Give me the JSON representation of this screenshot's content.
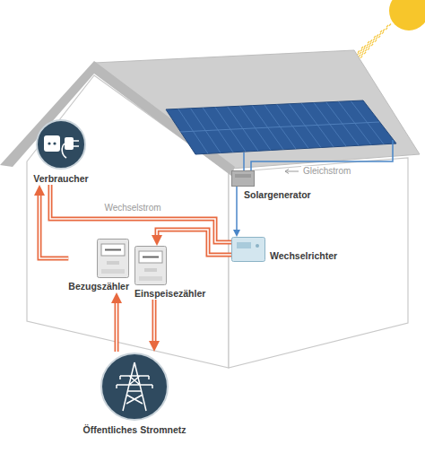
{
  "diagram": {
    "nodes": [
      {
        "text": [
          "Verbraucher"
        ]
      },
      {
        "text": [
          "Solargenerator"
        ]
      },
      {
        "text": [
          "Wechselrichter"
        ]
      },
      {
        "text": [
          "Bezugszähler"
        ]
      },
      {
        "text": [
          "Einspeisezähler"
        ]
      },
      {
        "text": [
          "Öffentliches Stromnetz"
        ]
      }
    ],
    "edges": [
      {
        "from": 1,
        "to": 2,
        "arrow": "to"
      },
      {
        "from": 2,
        "to": 0,
        "label": "Wechselstrom",
        "arrow": "none"
      },
      {
        "from": 2,
        "to": 4,
        "arrow": "to"
      },
      {
        "from": 4,
        "to": 5,
        "arrow": "to"
      },
      {
        "from": 5,
        "to": 3,
        "arrow": "to"
      },
      {
        "from": 3,
        "to": 0,
        "arrow": "to"
      }
    ],
    "labels": [
      "Gleichstrom"
    ]
  }
}
